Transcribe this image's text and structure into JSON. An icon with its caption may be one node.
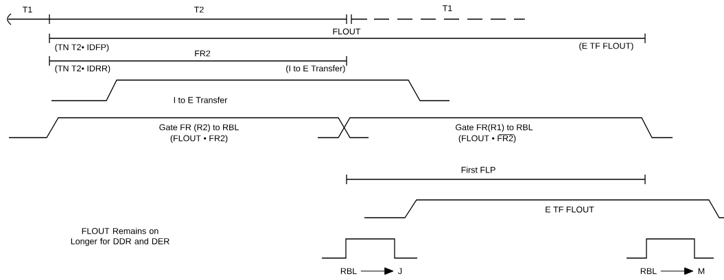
{
  "diagram": {
    "nodes": [
      {
        "text": [
          "RBL"
        ]
      },
      {
        "text": [
          "J"
        ]
      },
      {
        "text": [
          "RBL"
        ]
      },
      {
        "text": [
          "M"
        ]
      }
    ],
    "edges": [
      {
        "from": 0,
        "to": 1,
        "arrow": "to"
      },
      {
        "from": 2,
        "to": 3,
        "arrow": "to"
      }
    ],
    "labels": [
      "T1",
      "T2",
      "T1",
      "FLOUT",
      "(TN T2• IDFP)",
      "(E TF FLOUT)",
      "FR2",
      "(TN T2• IDRR)",
      "(I to E Transfer)",
      "I to E Transfer",
      "Gate FR (R2) to RBL",
      "Gate FR(R1) to RBL",
      "(FLOUT • FR2)",
      "(FLOUT • FR2)",
      "First FLP",
      "E TF FLOUT",
      "FLOUT Remains on Longer for DDR and DER"
    ]
  }
}
